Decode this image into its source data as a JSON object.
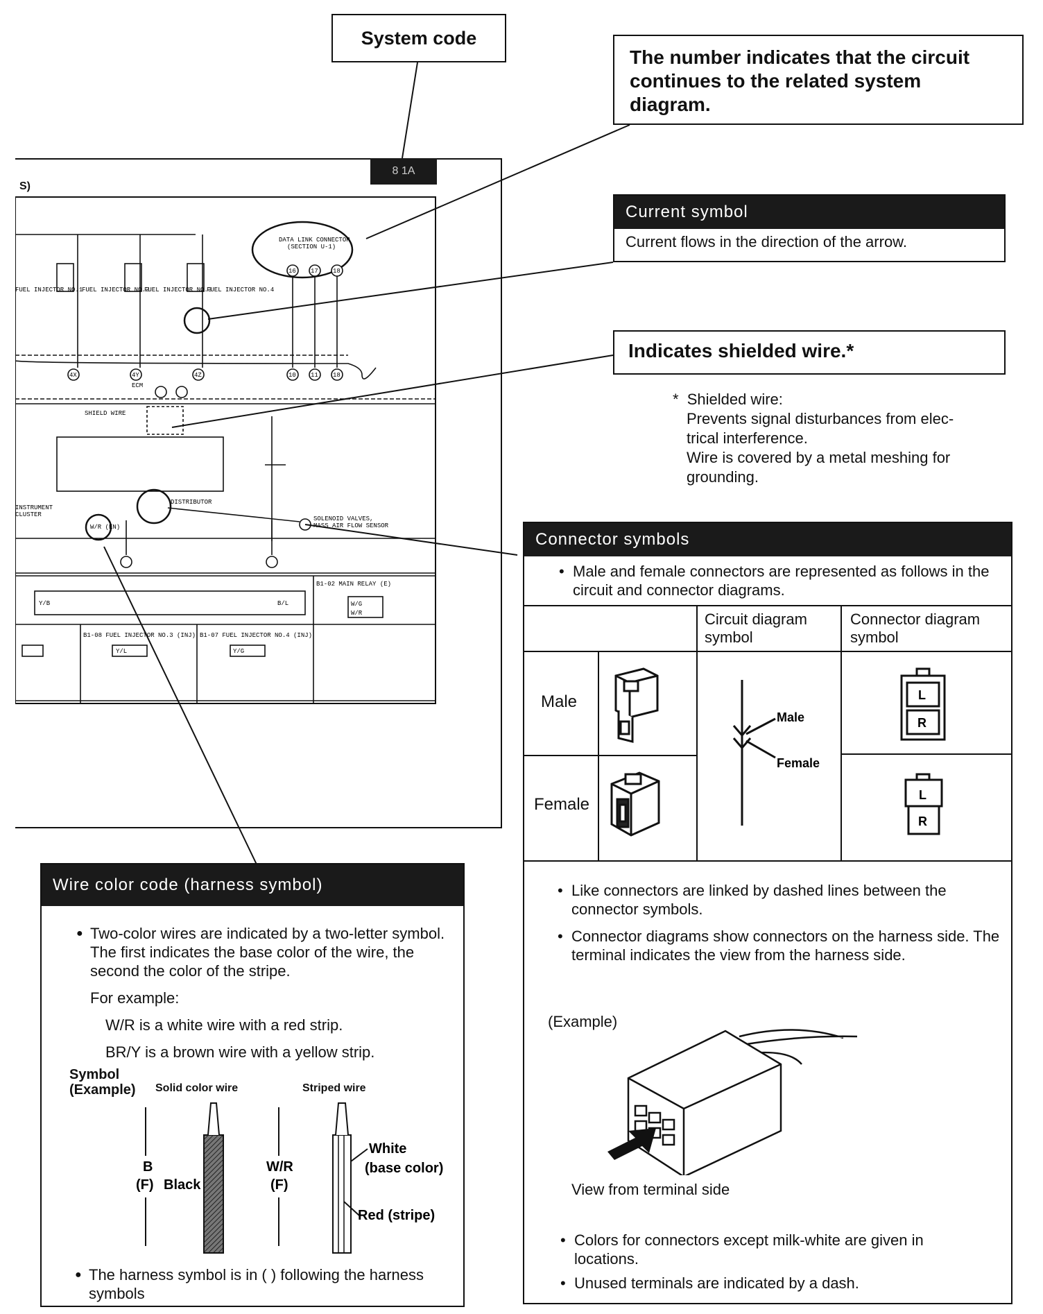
{
  "callouts": {
    "system_code": "System code",
    "continues": "The number indicates that the circuit continues to the related system diagram.",
    "shielded": "Indicates shielded wire.*",
    "shielded_note_star": "*",
    "shielded_note_title": "Shielded wire:",
    "shielded_note_lines": [
      "Prevents signal disturbances from elec-",
      "trical interference.",
      "Wire is covered by a metal meshing for",
      "grounding."
    ]
  },
  "current_symbol": {
    "title": "Current symbol",
    "text": "Current flows in the direction of the arrow."
  },
  "connector_symbols": {
    "title": "Connector symbols",
    "intro": "Male and female connectors are represented as follows in the circuit and connector diagrams.",
    "col_circuit": "Circuit diagram symbol",
    "col_connector": "Connector diagram symbol",
    "row_male": "Male",
    "row_female": "Female",
    "sym_male": "Male",
    "sym_female": "Female",
    "pin_l": "L",
    "pin_r": "R",
    "notes": [
      "Like connectors are linked by dashed lines between the connector symbols.",
      "Connector diagrams show connectors on the harness side. The terminal indicates the view from the harness side."
    ],
    "example": "(Example)",
    "view_label": "View from terminal side",
    "footer": [
      "Colors for connectors except milk-white are given in locations.",
      "Unused terminals are indicated by a dash."
    ]
  },
  "wire_color": {
    "title": "Wire color code (harness symbol)",
    "intro": "Two-color wires are indicated by a two-letter symbol. The first indicates the base color of the wire, the second the color of the stripe.",
    "for_example": "For example:",
    "ex1": "W/R is a white wire with a red strip.",
    "ex2": "BR/Y is a brown wire with a yellow strip.",
    "symbol_label": "Symbol",
    "example_label": "(Example)",
    "solid": "Solid color wire",
    "striped": "Striped wire",
    "b_code": "B",
    "b_harness": "(F)",
    "black": "Black",
    "wr_code": "W/R",
    "wr_harness": "(F)",
    "white": "White",
    "base_color": "(base color)",
    "red_stripe": "Red (stripe)",
    "footer": "The harness symbol is in ( ) following the harness symbols"
  },
  "diagram": {
    "system_code_value": "8 1A",
    "header_fragment": "S)",
    "dlc_line1": "DATA LINK CONNECTOR",
    "dlc_line2": "(SECTION U-1)",
    "dlc_pins": [
      "16",
      "17",
      "18"
    ],
    "ecm_pins": [
      "4X",
      "4Y",
      "4Z",
      "10",
      "11",
      "18"
    ],
    "ecm_label": "ECM",
    "injector_1": "FUEL INJECTOR NO.1",
    "injector_2": "FUEL INJECTOR NO.2",
    "injector_3": "FUEL INJECTOR NO.3",
    "injector_4": "FUEL INJECTOR NO.4",
    "shield_label": "SHIELD WIRE",
    "distributor": "DISTRIBUTOR",
    "solenoid_1": "SOLENOID VALVES,",
    "solenoid_2": "MASS AIR FLOW SENSOR",
    "instrument_1": "INSTRUMENT",
    "instrument_2": "CLUSTER",
    "wr_circle": "W/R (EN)",
    "main_relay": "B1-02 MAIN RELAY (E)",
    "fi3_label": "B1-08 FUEL INJECTOR NO.3 (INJ)",
    "fi4_label": "B1-07 FUEL INJECTOR NO.4 (INJ)",
    "conn_1": "Y/B",
    "conn_2": "Y/L",
    "conn_3": "Y/G",
    "conn_4": "B/L",
    "conn_5": "W/G",
    "conn_6": "W/R"
  }
}
